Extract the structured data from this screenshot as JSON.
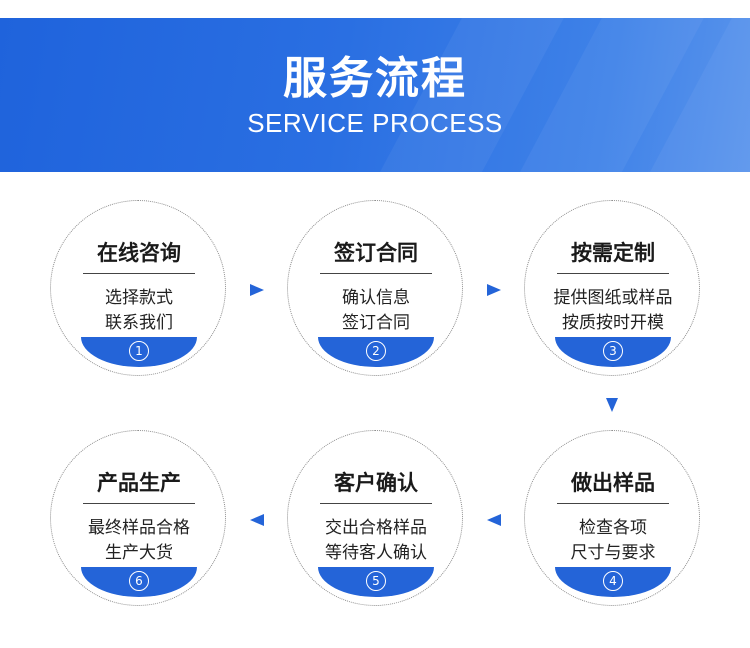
{
  "header": {
    "title": "服务流程",
    "subtitle": "SERVICE PROCESS"
  },
  "steps": [
    {
      "heading": "在线咨询",
      "line1": "选择款式",
      "line2": "联系我们",
      "number": "1"
    },
    {
      "heading": "签订合同",
      "line1": "确认信息",
      "line2": "签订合同",
      "number": "2"
    },
    {
      "heading": "按需定制",
      "line1": "提供图纸或样品",
      "line2": "按质按时开模",
      "number": "3"
    },
    {
      "heading": "做出样品",
      "line1": "检查各项",
      "line2": "尺寸与要求",
      "number": "4"
    },
    {
      "heading": "客户确认",
      "line1": "交出合格样品",
      "line2": "等待客人确认",
      "number": "5"
    },
    {
      "heading": "产品生产",
      "line1": "最终样品合格",
      "line2": "生产大货",
      "number": "6"
    }
  ],
  "colors": {
    "accent": "#2464d8",
    "banner_start": "#1f63dc",
    "banner_end": "#5b95ec"
  },
  "icons": {
    "flow_arrow": "triangle-arrow-icon"
  }
}
